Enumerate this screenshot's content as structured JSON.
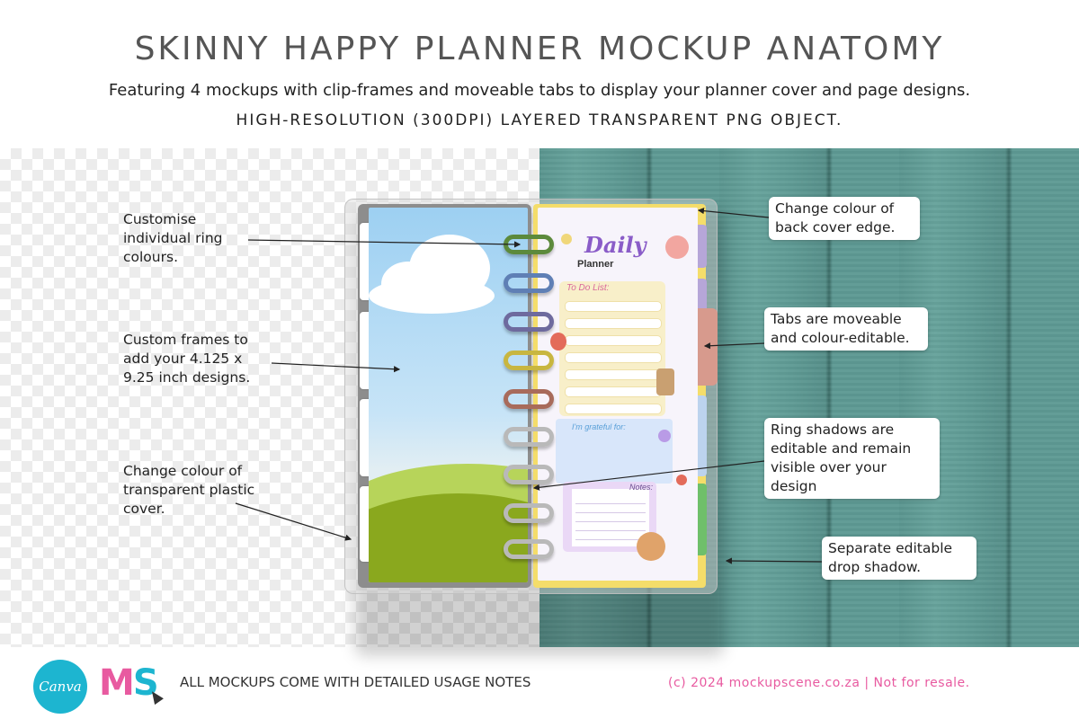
{
  "header": {
    "title": "SKINNY HAPPY PLANNER MOCKUP ANATOMY",
    "subtitle": "Featuring 4 mockups with clip-frames and moveable tabs to display your planner cover and page designs.",
    "subtitle2": "HIGH-RESOLUTION (300DPI) LAYERED TRANSPARENT PNG OBJECT."
  },
  "annotations_left": {
    "rings": "Customise individual ring colours.",
    "frames": "Custom frames to add your 4.125 x 9.25 inch designs.",
    "plastic": "Change colour of transparent plastic cover."
  },
  "annotations_right": {
    "back_cover": "Change colour of back cover edge.",
    "tabs": "Tabs are moveable and colour-editable.",
    "ring_shadows": "Ring shadows are editable and remain visible over your design",
    "drop_shadow": "Separate editable drop shadow."
  },
  "planner_page": {
    "daily": "Daily",
    "planner": "Planner",
    "todo": "To Do List:",
    "grateful": "I'm grateful for:",
    "notes": "Notes:"
  },
  "ring_colors": [
    "#5c8a3c",
    "#5f7fb5",
    "#6e6a9e",
    "#c8b640",
    "#a86b5b",
    "#b9b9b9",
    "#b9b9b9",
    "#b9b9b9",
    "#b9b9b9"
  ],
  "tab_colors": [
    "#b6a6d8",
    "#d79a8d",
    "#bcd3ee",
    "#6fbf6a",
    "#b6a6d8"
  ],
  "footer": {
    "canva_logo": "Canva",
    "ms_logo_m": "M",
    "ms_logo_s": "S",
    "notes": "ALL MOCKUPS COME WITH DETAILED USAGE NOTES",
    "copyright": "(c) 2024 mockupscene.co.za | Not for resale."
  },
  "colors": {
    "accent_pink": "#e85aa0",
    "accent_teal": "#1db5d0",
    "wood": "#5e9a94"
  }
}
